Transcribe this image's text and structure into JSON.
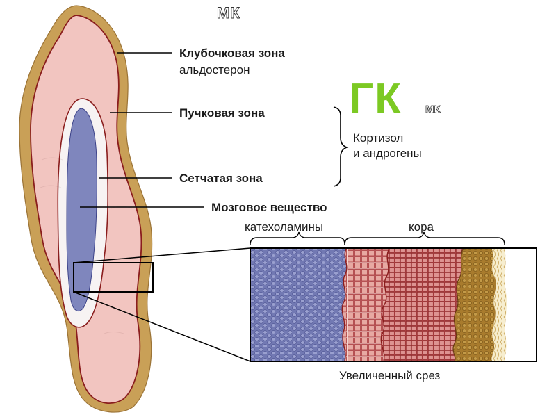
{
  "watermark_top": "МК",
  "zones": {
    "glomerulosa": {
      "name": "Клубочковая зона",
      "hormone": "альдостерон"
    },
    "fasciculata": {
      "name": "Пучковая зона"
    },
    "reticularis": {
      "name": "Сетчатая зона"
    },
    "medulla": {
      "name": "Мозговое вещество"
    }
  },
  "hormones_bracket": {
    "line1": "Кортизол",
    "line2": "и андрогены"
  },
  "badge": {
    "big": "ГК",
    "small": "МК"
  },
  "section": {
    "left_label": "катехоламины",
    "right_label": "кора",
    "caption": "Увеличенный срез"
  },
  "colors": {
    "capsule": "#c9a057",
    "outline": "#8a1d1d",
    "cortex_pink": "#f2c5c0",
    "inner_white": "#f7f3f3",
    "medulla_blue": "#7f86bd",
    "reticular": "#b24a4c",
    "glomerular_brown": "#a57a2c",
    "badge_green": "#7cc923"
  }
}
